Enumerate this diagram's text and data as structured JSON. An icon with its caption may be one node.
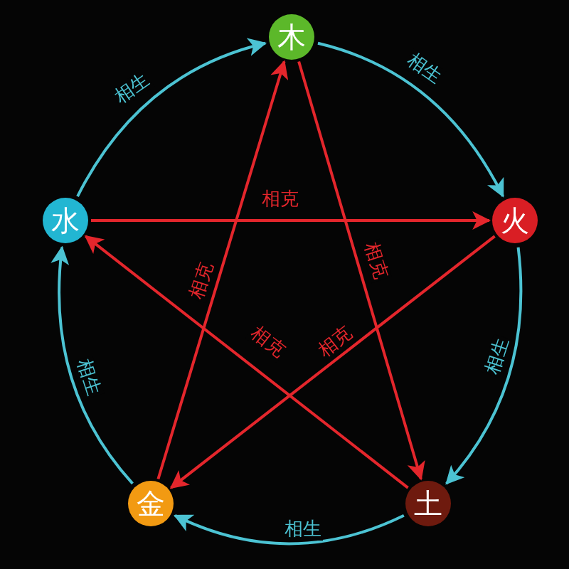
{
  "diagram": {
    "nodes": [
      {
        "text": [
          "木"
        ]
      },
      {
        "text": [
          "火"
        ]
      },
      {
        "text": [
          "土"
        ]
      },
      {
        "text": [
          "金"
        ]
      },
      {
        "text": [
          "水"
        ]
      }
    ],
    "edges": [
      {
        "from": 0,
        "to": 1,
        "arrow": "to",
        "label": "相生",
        "color": "#4cc3d3"
      },
      {
        "from": 1,
        "to": 2,
        "arrow": "to",
        "label": "相生",
        "color": "#4cc3d3"
      },
      {
        "from": 2,
        "to": 3,
        "arrow": "to",
        "label": "相生",
        "color": "#4cc3d3"
      },
      {
        "from": 3,
        "to": 4,
        "arrow": "to",
        "label": "相生",
        "color": "#4cc3d3"
      },
      {
        "from": 4,
        "to": 0,
        "arrow": "to",
        "label": "相生",
        "color": "#4cc3d3"
      },
      {
        "from": 0,
        "to": 2,
        "arrow": "to",
        "label": "相克",
        "color": "#e4262c"
      },
      {
        "from": 2,
        "to": 4,
        "arrow": "to",
        "label": "相克",
        "color": "#e4262c"
      },
      {
        "from": 4,
        "to": 1,
        "arrow": "to",
        "label": "相克",
        "color": "#e4262c"
      },
      {
        "from": 1,
        "to": 3,
        "arrow": "to",
        "label": "相克",
        "color": "#e4262c"
      },
      {
        "from": 3,
        "to": 0,
        "arrow": "to",
        "label": "相克",
        "color": "#e4262c"
      }
    ]
  }
}
